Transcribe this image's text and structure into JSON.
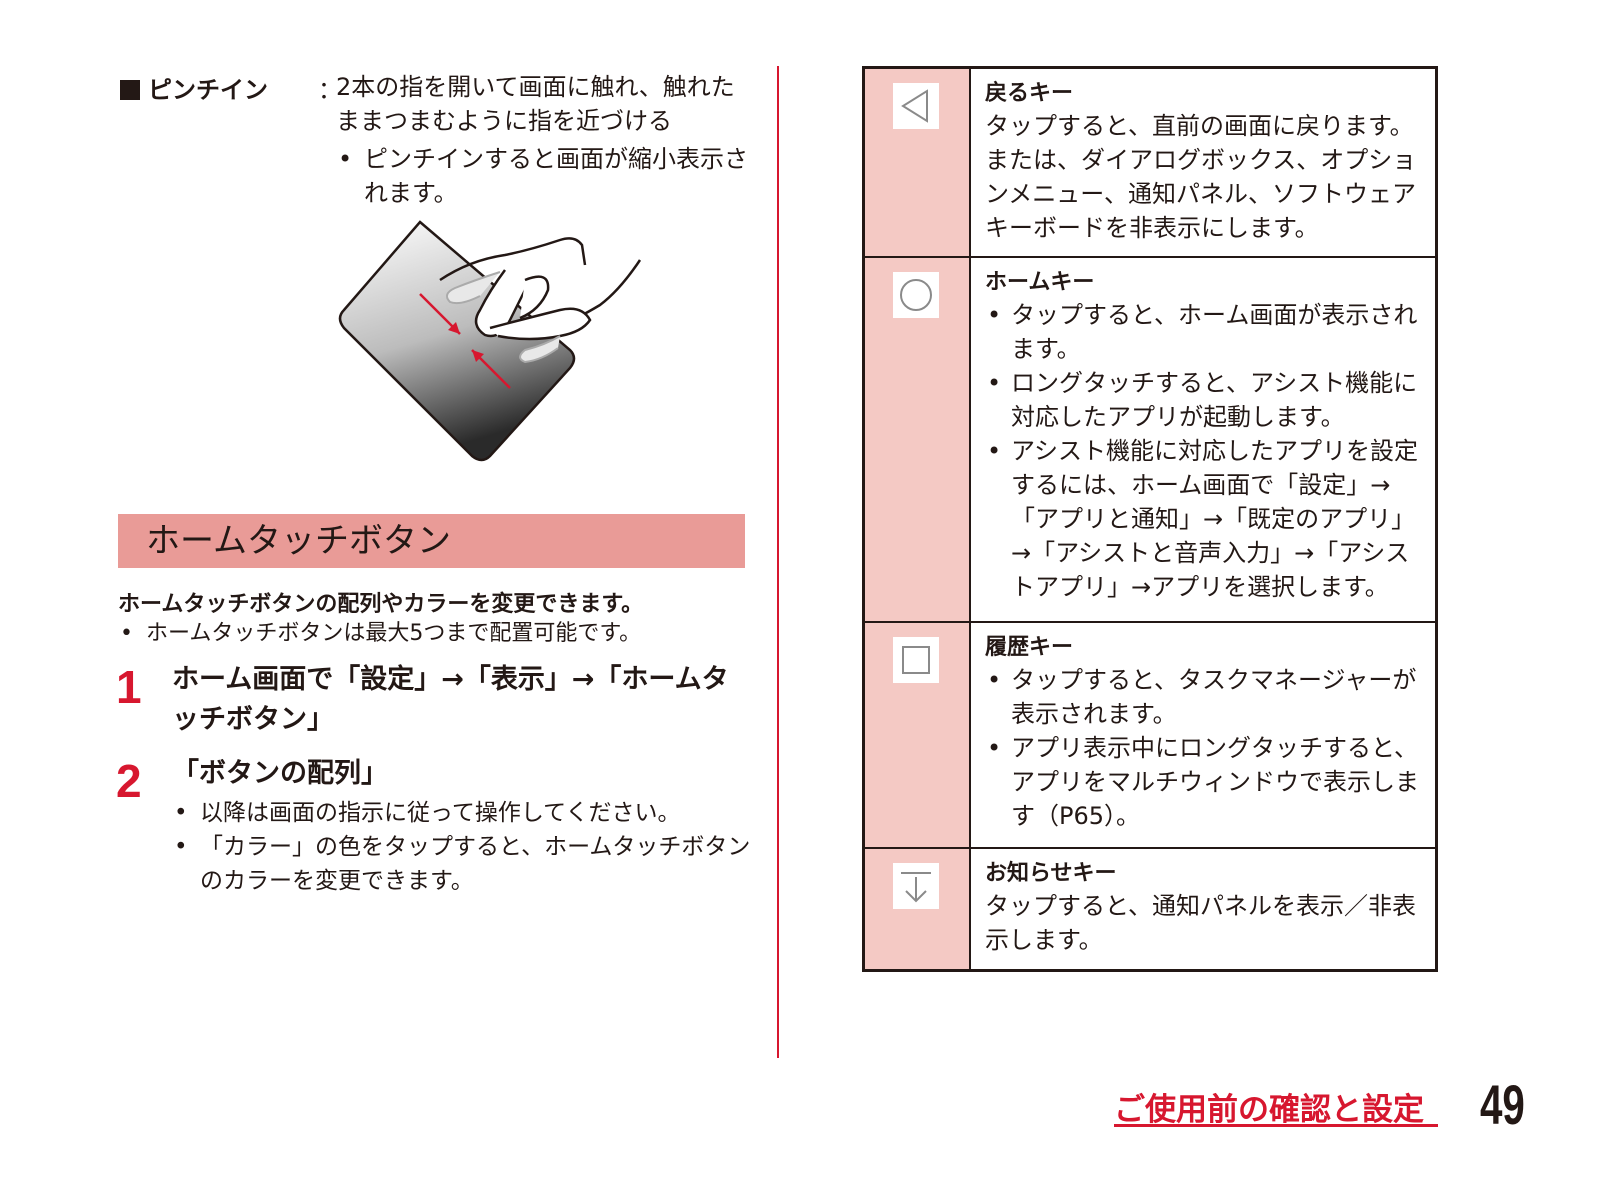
{
  "pinch": {
    "label": "ピンチイン",
    "colon": "：",
    "text": "2本の指を開いて画面に触れ、触れたままつまむように指を近づける",
    "bullet": "ピンチインすると画面が縮小表示されます。"
  },
  "section": {
    "heading": "ホームタッチボタン",
    "intro": "ホームタッチボタンの配列やカラーを変更できます。",
    "intro_bullet": "ホームタッチボタンは最大5つまで配置可能です。"
  },
  "steps": [
    {
      "num": "1",
      "text": "ホーム画面で「設定」→「表示」→「ホームタッチボタン」",
      "bullets": []
    },
    {
      "num": "2",
      "text": "「ボタンの配列」",
      "bullets": [
        "以降は画面の指示に従って操作してください。",
        "「カラー」の色をタップすると、ホームタッチボタンのカラーを変更できます。"
      ]
    }
  ],
  "keys": [
    {
      "icon": "back-triangle-icon",
      "title": "戻るキー",
      "text": "タップすると、直前の画面に戻ります。または、ダイアログボックス、オプションメニュー、通知パネル、ソフトウェアキーボードを非表示にします。",
      "bullets": []
    },
    {
      "icon": "home-circle-icon",
      "title": "ホームキー",
      "text": "",
      "bullets": [
        "タップすると、ホーム画面が表示されます。",
        "ロングタッチすると、アシスト機能に対応したアプリが起動します。",
        "アシスト機能に対応したアプリを設定するには、ホーム画面で「設定」→「アプリと通知」→「既定のアプリ」→「アシストと音声入力」→「アシストアプリ」→アプリを選択します。"
      ]
    },
    {
      "icon": "recents-square-icon",
      "title": "履歴キー",
      "text": "",
      "bullets": [
        "タップすると、タスクマネージャーが表示されます。",
        "アプリ表示中にロングタッチすると、アプリをマルチウィンドウで表示します（P65）。"
      ]
    },
    {
      "icon": "notification-arrow-icon",
      "title": "お知らせキー",
      "text": "タップすると、通知パネルを表示／非表示します。",
      "bullets": []
    }
  ],
  "footer": {
    "section": "ご使用前の確認と設定",
    "page": "49"
  },
  "colors": {
    "accent": "#d7172f",
    "heading_bg": "#e99b97",
    "icon_cell_bg": "#f4c9c4"
  }
}
